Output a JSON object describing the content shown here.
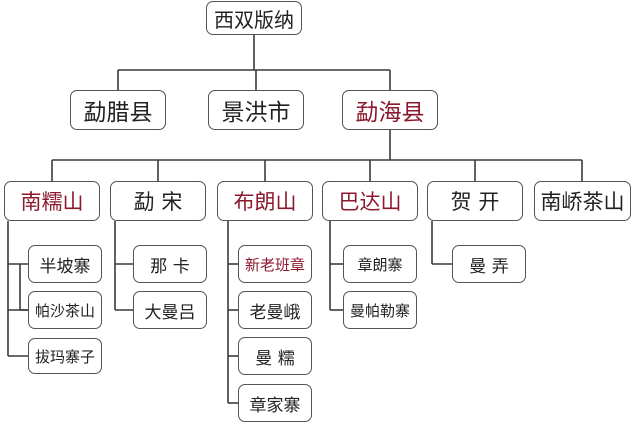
{
  "colors": {
    "line": "#3a3a3a",
    "border": "#555555",
    "text": "#222222",
    "highlight": "#8b1a2e"
  },
  "root": {
    "label": "西双版纳"
  },
  "counties": [
    {
      "label": "勐腊县",
      "highlight": false
    },
    {
      "label": "景洪市",
      "highlight": false
    },
    {
      "label": "勐海县",
      "highlight": true
    }
  ],
  "mountains": [
    {
      "label": "南糯山",
      "highlight": true
    },
    {
      "label": "勐 宋",
      "highlight": false
    },
    {
      "label": "布朗山",
      "highlight": true
    },
    {
      "label": "巴达山",
      "highlight": true
    },
    {
      "label": "贺  开",
      "highlight": false
    },
    {
      "label": "南峤茶山",
      "highlight": false
    }
  ],
  "villages": {
    "nannuoshan": [
      {
        "label": "半坡寨"
      },
      {
        "label": "帕沙茶山"
      },
      {
        "label": "拔玛寨子"
      }
    ],
    "mengsong": [
      {
        "label": "那 卡"
      },
      {
        "label": "大曼吕"
      }
    ],
    "bulangshan": [
      {
        "label": "新老班章",
        "highlight": true
      },
      {
        "label": "老曼峨"
      },
      {
        "label": "曼 糯"
      },
      {
        "label": "章家寨"
      }
    ],
    "badashan": [
      {
        "label": "章朗寨"
      },
      {
        "label": "曼帕勒寨"
      }
    ],
    "hekai": [
      {
        "label": "曼 弄"
      }
    ]
  }
}
